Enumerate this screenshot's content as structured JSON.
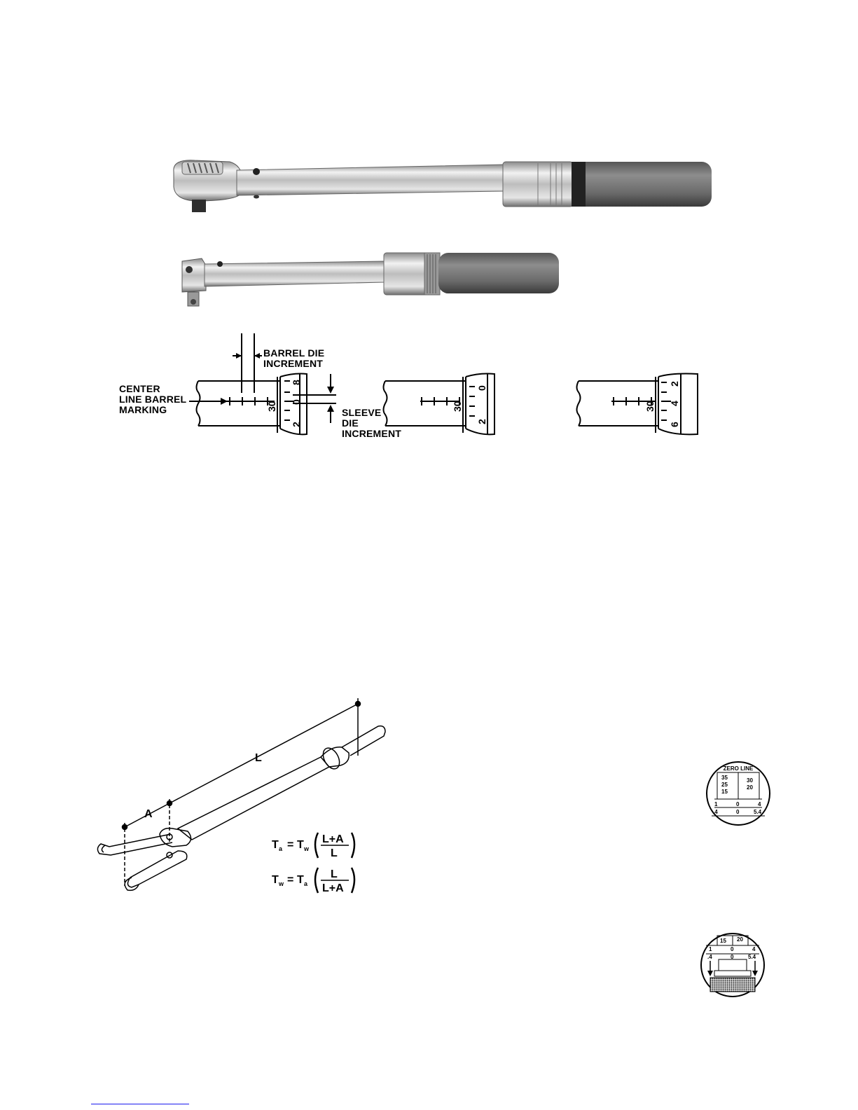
{
  "diagram_labels": {
    "barrel_die_increment": [
      "BARREL DIE",
      "INCREMENT"
    ],
    "center_line_barrel_marking": [
      "CENTER",
      "LINE BARREL",
      "MARKING"
    ],
    "sleeve_die_increment": [
      "SLEEVE",
      "DIE",
      "INCREMENT"
    ]
  },
  "scale1": {
    "barrel": "30",
    "sleeve_top": "8",
    "sleeve_mid": "0",
    "sleeve_bot": "2"
  },
  "scale2": {
    "barrel": "30",
    "sleeve_mid": "0",
    "sleeve_bot": "2"
  },
  "scale3": {
    "barrel": "30",
    "sleeve_top": "2",
    "sleeve_mid": "4",
    "sleeve_bot": "6"
  },
  "extension": {
    "label_L": "L",
    "label_A": "A",
    "formula1": {
      "lhs": "T",
      "lhs_sub": "a",
      "rhs": "T",
      "rhs_sub": "w",
      "num": "L+A",
      "den": "L"
    },
    "formula2": {
      "lhs": "T",
      "lhs_sub": "w",
      "rhs": "T",
      "rhs_sub": "a",
      "num": "L",
      "den": "L+A"
    }
  },
  "zero_line_inset": {
    "title": "ZERO LINE",
    "left_scale": [
      "35",
      "25",
      "15"
    ],
    "right_scale": [
      "30",
      "20"
    ],
    "row1": [
      "1",
      "0",
      "4"
    ],
    "row2": [
      ".4",
      "0",
      "5.4"
    ]
  },
  "sleeve_inset": {
    "top": [
      "15",
      "20"
    ],
    "row1": [
      "1",
      "0",
      "4"
    ],
    "row2": [
      ".4",
      "0",
      "5.4"
    ]
  }
}
